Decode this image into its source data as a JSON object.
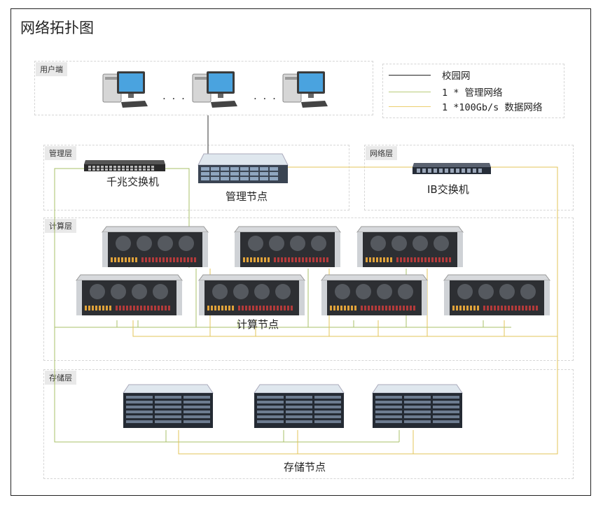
{
  "title": "网络拓扑图",
  "zones": {
    "user": "用户端",
    "mgmt": "管理层",
    "network": "网络层",
    "compute": "计算层",
    "storage": "存储层"
  },
  "nodes": {
    "gigabit_switch": "千兆交换机",
    "mgmt_node": "管理节点",
    "ib_switch": "IB交换机",
    "compute_nodes": "计算节点",
    "storage_nodes": "存储节点"
  },
  "ellipsis": "· · ·",
  "legend": [
    {
      "label": "校园网",
      "color": "#222222"
    },
    {
      "label": "1 * 管理网络",
      "color": "#b9cc7a"
    },
    {
      "label": "1 *100Gb/s 数据网络",
      "color": "#eccf6e"
    }
  ],
  "colors": {
    "campus": "#222222",
    "management": "#9fb860",
    "data": "#e0be4c"
  },
  "icons": [
    "desktop-pc-icon",
    "ethernet-switch-icon",
    "rack-server-icon",
    "ib-switch-icon",
    "gpu-server-icon",
    "storage-array-icon"
  ]
}
